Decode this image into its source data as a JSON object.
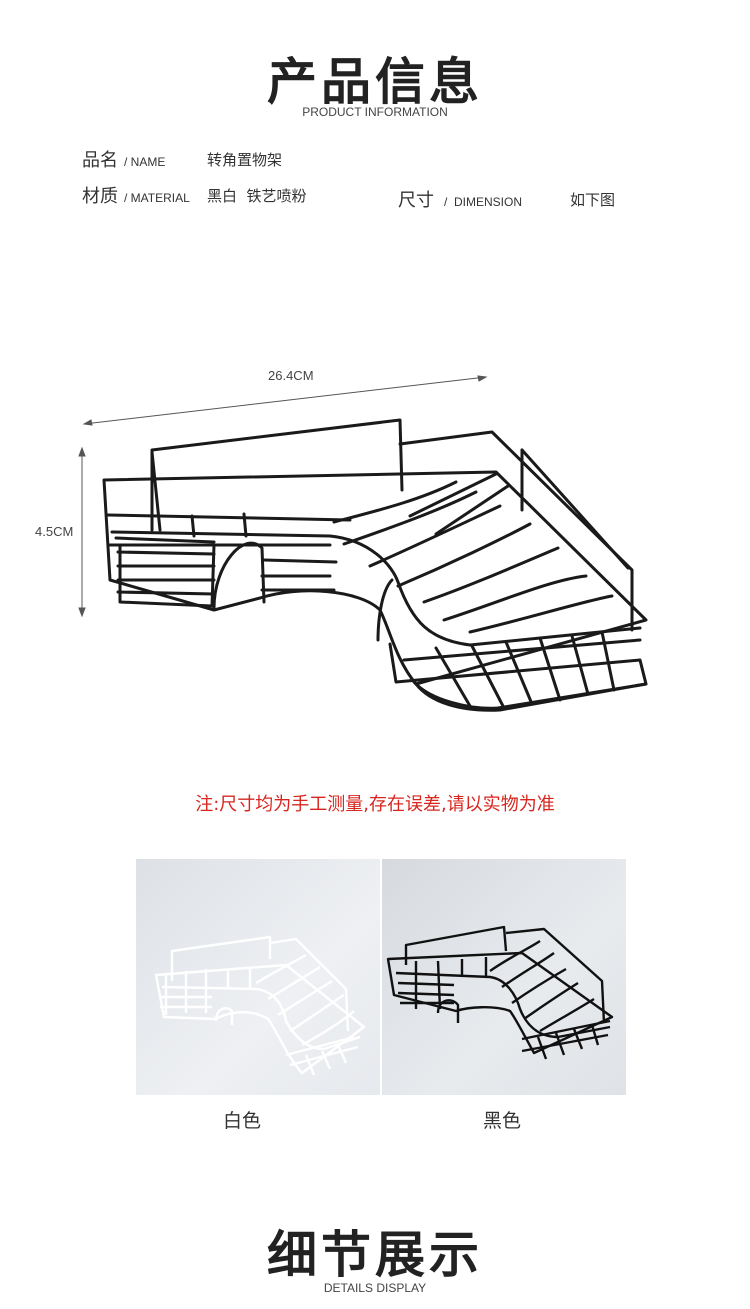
{
  "header": {
    "title": "产品信息",
    "subtitle": "PRODUCT INFORMATION"
  },
  "info": {
    "name_label_cn": "品名",
    "name_label_en": "/ NAME",
    "name_value": "转角置物架",
    "material_label_cn": "材质",
    "material_label_en": "/ MATERIAL",
    "material_value": "黑白  铁艺喷粉",
    "dimension_label_cn": "尺寸",
    "dimension_label_en": "/  DIMENSION",
    "dimension_value": "如下图"
  },
  "diagram": {
    "width_label": "26.4CM",
    "height_label": "4.5CM"
  },
  "note": "注:尺寸均为手工测量,存在误差,请以实物为准",
  "colors": {
    "white_caption": "白色",
    "black_caption": "黑色",
    "note_color": "#d8261f"
  },
  "details": {
    "title": "细节展示",
    "subtitle": "DETAILS DISPLAY"
  }
}
